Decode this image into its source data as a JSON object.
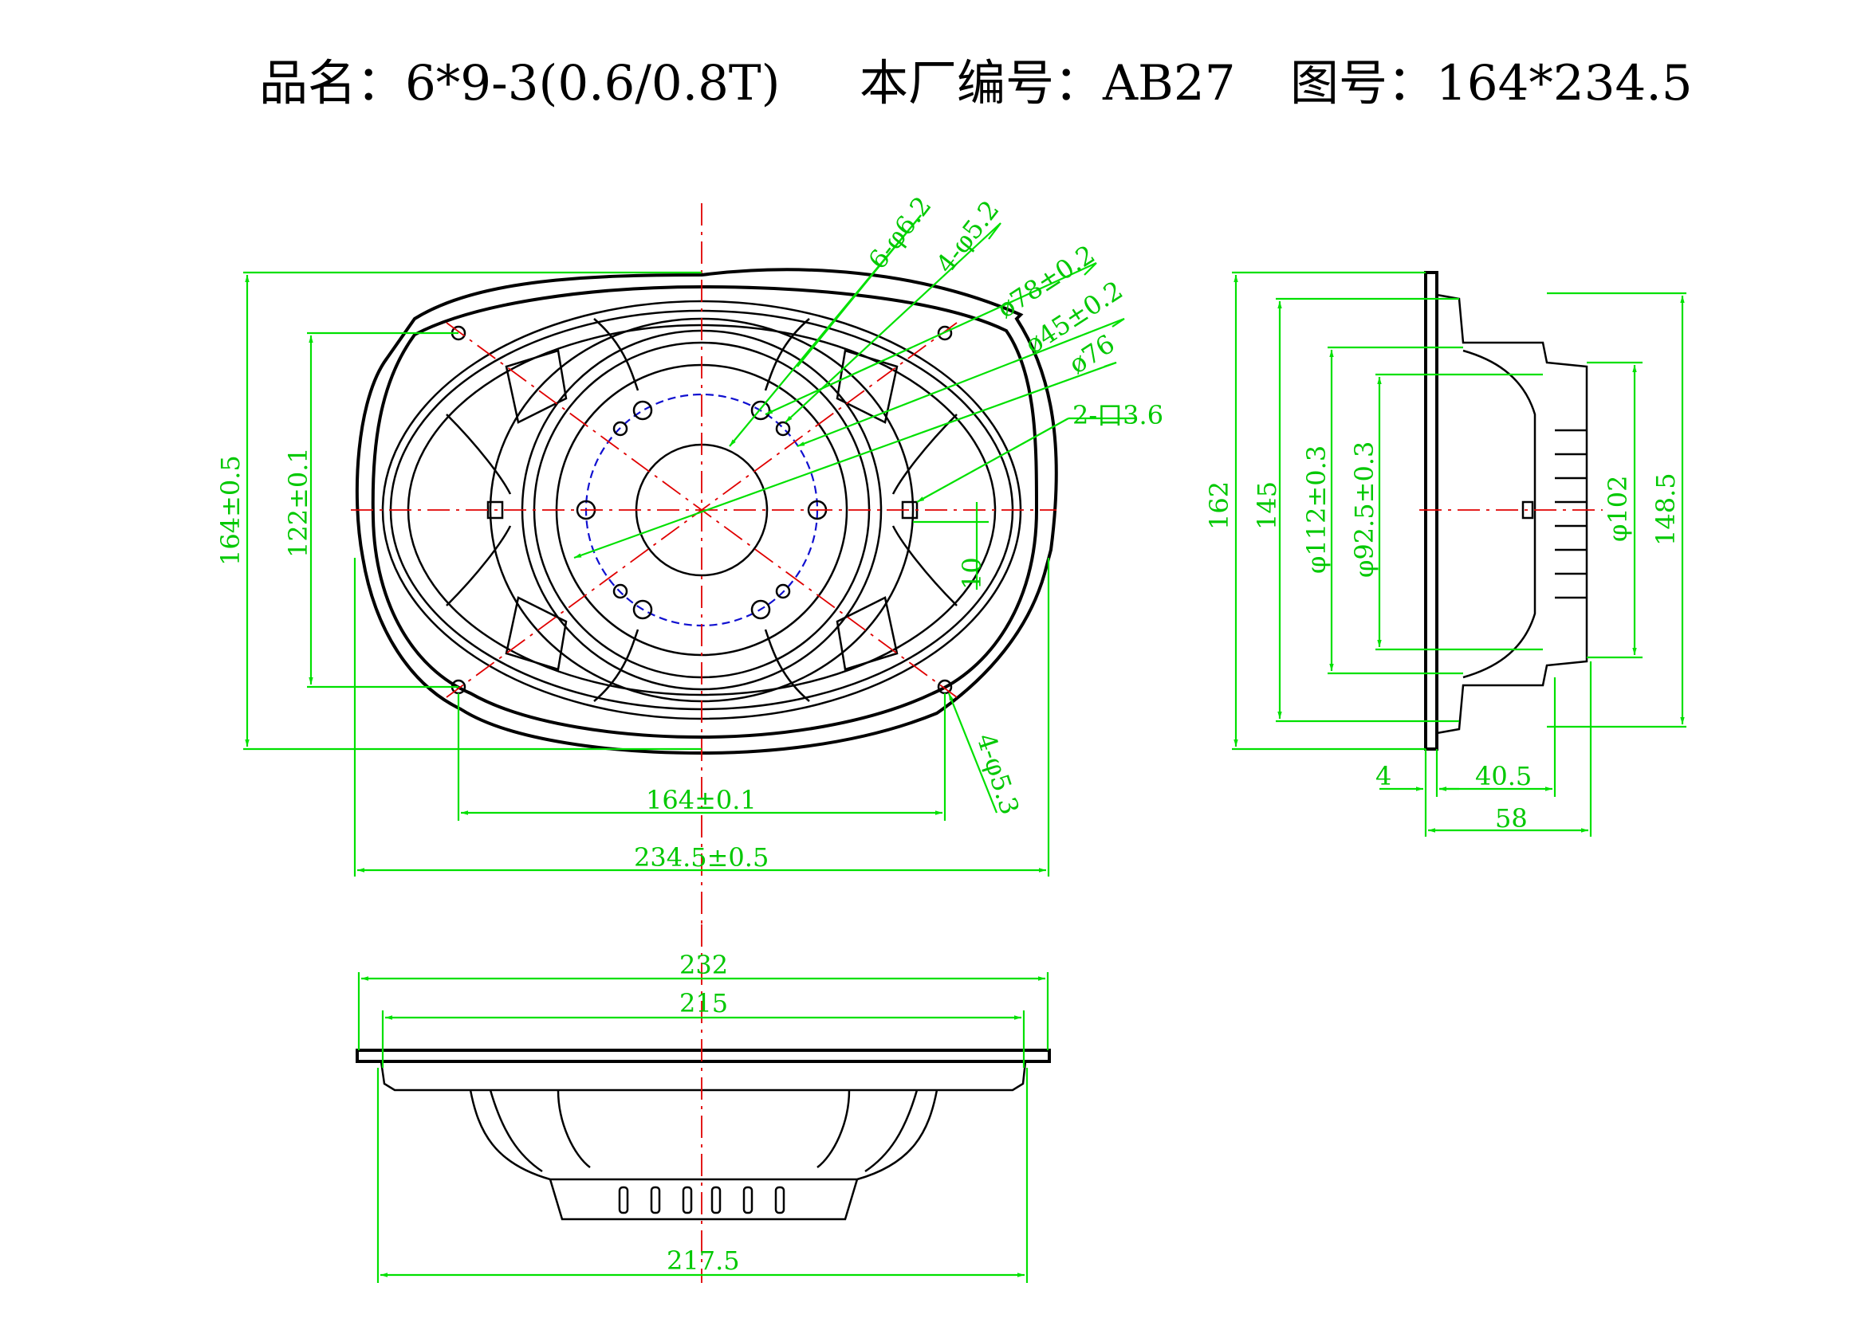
{
  "header": {
    "product_name": "品名：6*9-3(0.6/0.8T)",
    "factory_code": "本厂编号：AB27",
    "drawing_no": "图号：164*234.5"
  },
  "front_view": {
    "callouts": {
      "hole_6": "6-φ6.2",
      "hole_4a": "4-φ5.2",
      "d78": "ø78±0.2",
      "d45": "ø45±0.2",
      "d76": "ø76",
      "slot": "2-口3.6",
      "hole_4b": "4-φ5.3"
    },
    "dims": {
      "height_outer": "164±0.5",
      "height_holes": "122±0.1",
      "offset_10": "10",
      "width_holes": "164±0.1",
      "width_outer": "234.5±0.5"
    }
  },
  "side_view": {
    "dims": {
      "h162": "162",
      "h145": "145",
      "d112": "φ112±0.3",
      "d92": "φ92.5±0.3",
      "d102": "φ102",
      "h148": "148.5",
      "t4": "4",
      "d40": "40.5",
      "d58": "58"
    }
  },
  "bottom_view": {
    "dims": {
      "w232": "232",
      "w215": "215",
      "w217": "217.5"
    }
  },
  "colors": {
    "outline": "#000000",
    "dimension": "#00e000",
    "centerline": "#e00000",
    "hidden_circle": "#1010d0"
  }
}
